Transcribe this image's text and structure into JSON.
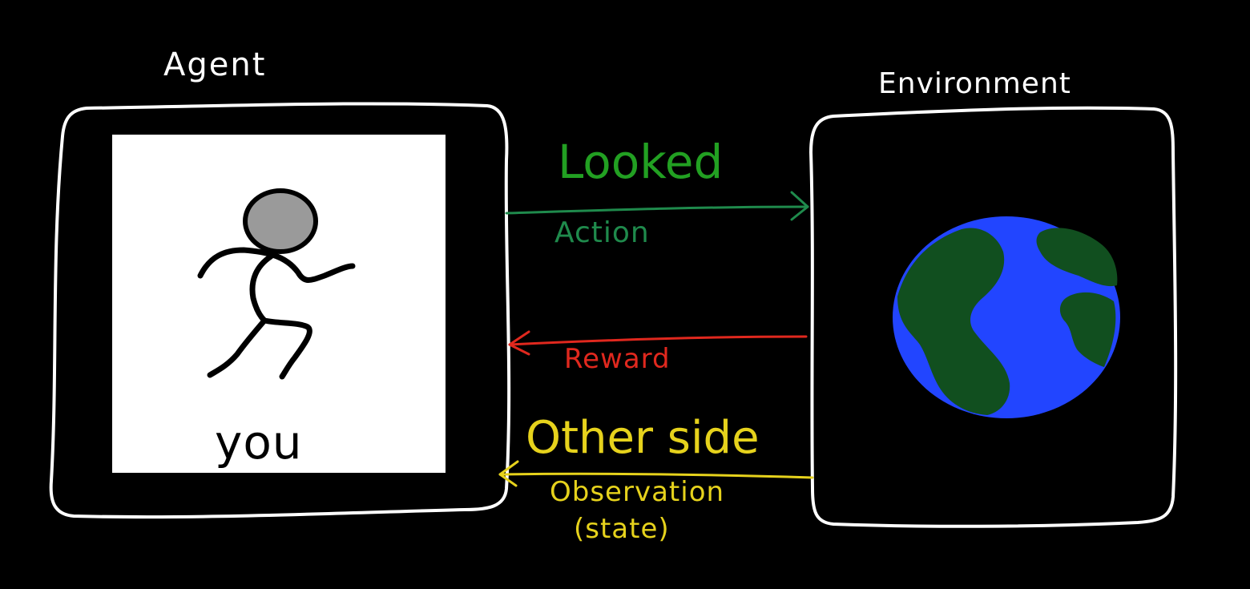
{
  "agent": {
    "title": "Agent",
    "name": "you"
  },
  "environment": {
    "title": "Environment"
  },
  "action": {
    "title": "Looked",
    "label": "Action"
  },
  "reward": {
    "label": "Reward"
  },
  "observation": {
    "title": "Other side",
    "label": "Observation",
    "sublabel": "(state)"
  },
  "colors": {
    "background": "#000000",
    "outline": "#ffffff",
    "action_title": "#22a022",
    "action": "#1f8a4c",
    "reward": "#e0281e",
    "observation": "#e6d21c",
    "ocean": "#2245ff",
    "land": "#114f1f",
    "figure_head": "#9a9a9a",
    "panel": "#ffffff"
  },
  "icons": {
    "agent_figure": "running-stick-figure-icon",
    "environment_globe": "earth-globe-icon"
  }
}
